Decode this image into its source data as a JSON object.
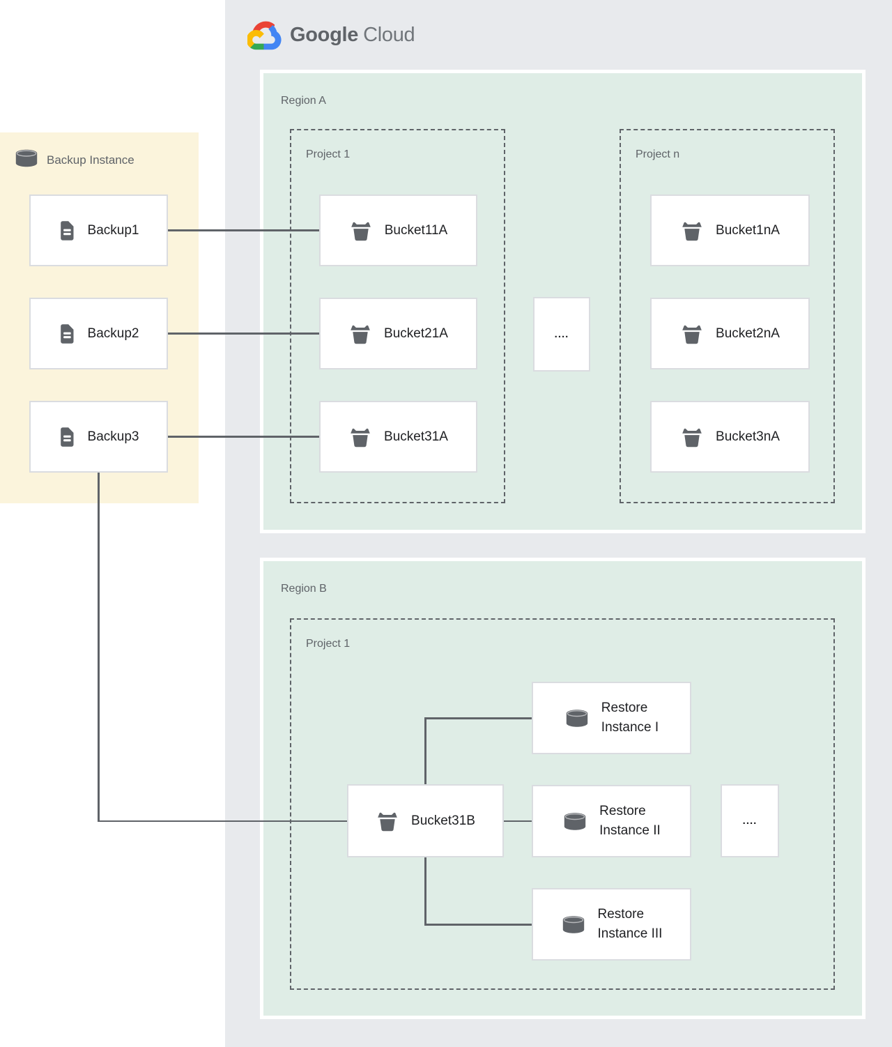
{
  "logo": {
    "brand": "Google",
    "product": "Cloud"
  },
  "backup_panel": {
    "title": "Backup Instance",
    "items": [
      "Backup1",
      "Backup2",
      "Backup3"
    ]
  },
  "region_a": {
    "name": "Region A",
    "project_1": {
      "name": "Project 1",
      "buckets": [
        "Bucket11A",
        "Bucket21A",
        "Bucket31A"
      ]
    },
    "project_n": {
      "name": "Project n",
      "buckets": [
        "Bucket1nA",
        "Bucket2nA",
        "Bucket3nA"
      ]
    },
    "ellipsis": "...."
  },
  "region_b": {
    "name": "Region B",
    "project_1": {
      "name": "Project 1",
      "bucket": "Bucket31B",
      "restore_instances": [
        {
          "line1": "Restore",
          "line2": "Instance I"
        },
        {
          "line1": "Restore",
          "line2": "Instance II"
        },
        {
          "line1": "Restore",
          "line2": "Instance III"
        }
      ],
      "ellipsis": "...."
    }
  },
  "colors": {
    "brand_red": "#EA4335",
    "brand_blue": "#4285F4",
    "brand_green": "#34A853",
    "brand_yellow": "#FBBC05",
    "cloud_panel_gray": "#E8EAED",
    "region_green": "#DFEDE6",
    "backup_yellow": "#FBF4DC",
    "icon_gray": "#5F6368",
    "connector_gray": "#5F6368"
  }
}
